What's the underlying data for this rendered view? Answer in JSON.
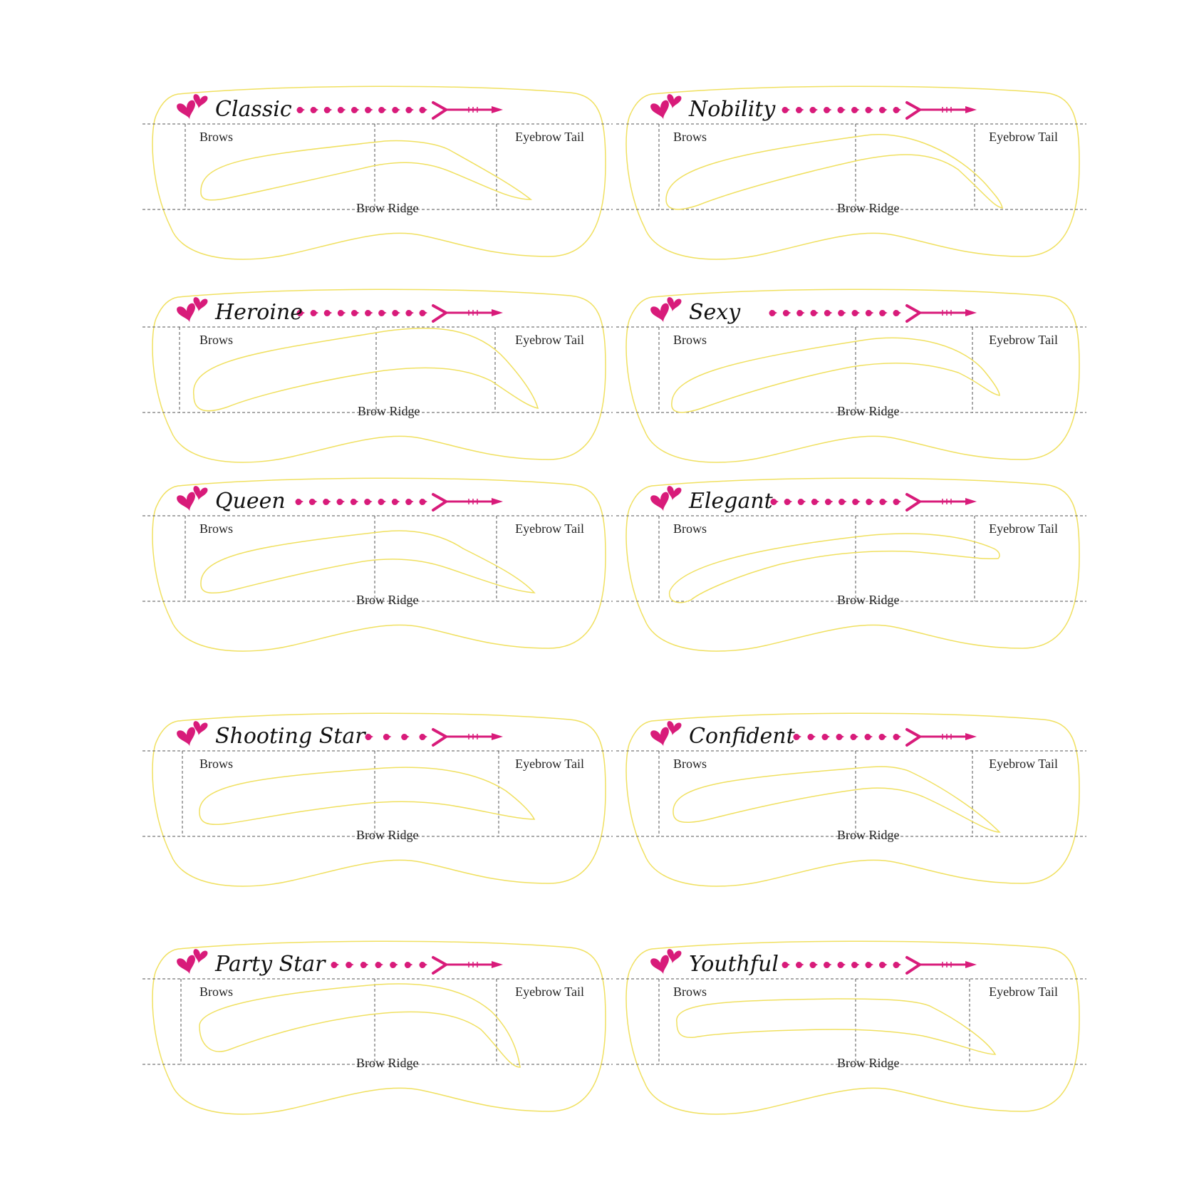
{
  "colors": {
    "accent": "#d81b7a",
    "outline": "#f0e060",
    "guide": "#555555"
  },
  "labels": {
    "brows": "Brows",
    "tail": "Eyebrow Tail",
    "ridge": "Brow Ridge"
  },
  "stencils": [
    {
      "name": "Classic"
    },
    {
      "name": "Nobility"
    },
    {
      "name": "Heroine"
    },
    {
      "name": "Sexy"
    },
    {
      "name": "Queen"
    },
    {
      "name": "Elegant"
    },
    {
      "name": "Shooting Star"
    },
    {
      "name": "Confident"
    },
    {
      "name": "Party Star"
    },
    {
      "name": "Youthful"
    }
  ]
}
